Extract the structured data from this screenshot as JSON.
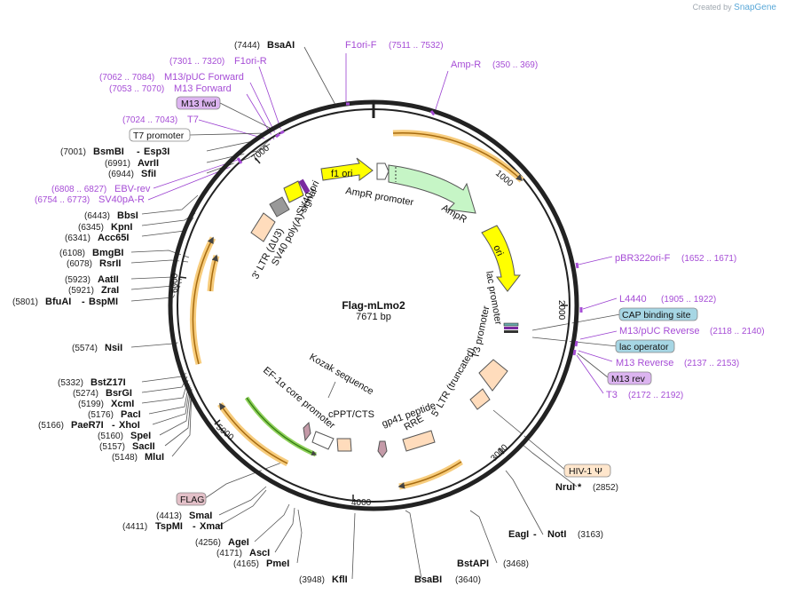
{
  "credit": {
    "prefix": "Created by",
    "brand": "SnapGene"
  },
  "plasmid": {
    "name": "Flag-mLmo2",
    "length": "7671 bp"
  },
  "colors": {
    "primer": "#a64dd6",
    "orf": "#f2b14a",
    "ori": "#ffff00",
    "ampr": "#c6f5c6",
    "ltr": "#ffdcbc",
    "efa": "#8fd05a",
    "lac": "#8fd0e8",
    "misc": "#f0f0f0"
  },
  "ticks": [
    "1000",
    "2000",
    "3000",
    "4000",
    "5000",
    "6000",
    "7000"
  ],
  "sites_left": [
    {
      "pos": "(7444)",
      "name": "BsaAI"
    },
    {
      "pos": "(7001)",
      "name": "BsmBI",
      "name2": "Esp3I"
    },
    {
      "pos": "(6991)",
      "name": "AvrII"
    },
    {
      "pos": "(6944)",
      "name": "SfiI"
    },
    {
      "pos": "(6443)",
      "name": "BbsI"
    },
    {
      "pos": "(6345)",
      "name": "KpnI"
    },
    {
      "pos": "(6341)",
      "name": "Acc65I"
    },
    {
      "pos": "(6108)",
      "name": "BmgBI"
    },
    {
      "pos": "(6078)",
      "name": "RsrII"
    },
    {
      "pos": "(5923)",
      "name": "AatII"
    },
    {
      "pos": "(5921)",
      "name": "ZraI"
    },
    {
      "pos": "(5801)",
      "name": "BfuAI",
      "name2": "BspMI"
    },
    {
      "pos": "(5574)",
      "name": "NsiI"
    },
    {
      "pos": "(5332)",
      "name": "BstZ17I"
    },
    {
      "pos": "(5274)",
      "name": "BsrGI"
    },
    {
      "pos": "(5199)",
      "name": "XcmI"
    },
    {
      "pos": "(5176)",
      "name": "PacI"
    },
    {
      "pos": "(5166)",
      "name": "PaeR7I",
      "name2": "XhoI"
    },
    {
      "pos": "(5160)",
      "name": "SpeI"
    },
    {
      "pos": "(5157)",
      "name": "SacII"
    },
    {
      "pos": "(5148)",
      "name": "MluI"
    },
    {
      "pos": "(4413)",
      "name": "SmaI"
    },
    {
      "pos": "(4411)",
      "name": "TspMI",
      "name2": "XmaI"
    },
    {
      "pos": "(4256)",
      "name": "AgeI"
    },
    {
      "pos": "(4171)",
      "name": "AscI"
    },
    {
      "pos": "(4165)",
      "name": "PmeI"
    },
    {
      "pos": "(3948)",
      "name": "KflI"
    }
  ],
  "sites_right": [
    {
      "name": "NruI *",
      "pos": "(2852)"
    },
    {
      "name": "EagI",
      "name2": "NotI",
      "pos": "(3163)"
    },
    {
      "name": "BstAPI",
      "pos": "(3468)"
    },
    {
      "name": "BsaBI",
      "pos": "(3640)"
    }
  ],
  "primers": [
    {
      "name": "F1ori-F",
      "range": "(7511 .. 7532)"
    },
    {
      "name": "Amp-R",
      "range": "(350 .. 369)"
    },
    {
      "name": "F1ori-R",
      "range": "(7301 .. 7320)"
    },
    {
      "name": "M13/pUC Forward",
      "range": "(7062 .. 7084)"
    },
    {
      "name": "M13 Forward",
      "range": "(7053 .. 7070)"
    },
    {
      "name": "T7",
      "range": "(7024 .. 7043)"
    },
    {
      "name": "EBV-rev",
      "range": "(6808 .. 6827)"
    },
    {
      "name": "SV40pA-R",
      "range": "(6754 .. 6773)"
    },
    {
      "name": "pBR322ori-F",
      "range": "(1652 .. 1671)"
    },
    {
      "name": "L4440",
      "range": "(1905 .. 1922)"
    },
    {
      "name": "M13/pUC Reverse",
      "range": "(2118 .. 2140)"
    },
    {
      "name": "M13 Reverse",
      "range": "(2137 .. 2153)"
    },
    {
      "name": "T3",
      "range": "(2172 .. 2192)"
    }
  ],
  "boxes": {
    "m13fwd": "M13 fwd",
    "t7promoter": "T7 promoter",
    "cap": "CAP binding site",
    "lacop": "lac operator",
    "m13rev": "M13 rev",
    "hiv": "HIV-1 Ψ",
    "flag": "FLAG"
  },
  "features": {
    "f1ori": "f1 ori",
    "amprPromoter": "AmpR promoter",
    "ampr": "AmpR",
    "ori": "ori",
    "lacPromoter": "lac promoter",
    "t3Promoter": "T3 promoter",
    "ltr5": "5' LTR (truncated)",
    "rre": "RRE",
    "gp41": "gp41 peptide",
    "cppt": "cPPT/CTS",
    "kozak": "Kozak sequence",
    "efa": "EF-1α core promoter",
    "ltr3": "3' LTR (ΔU3)",
    "sv40pa": "SV40 poly(A) signal",
    "sv40ori": "SV40 ori"
  }
}
